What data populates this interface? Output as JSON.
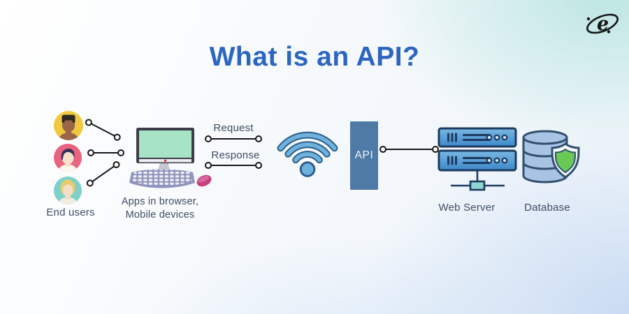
{
  "title": "What is an API?",
  "logo": {
    "letter": "e"
  },
  "labels": {
    "end_users": "End users",
    "apps_line1": "Apps in browser,",
    "apps_line2": "Mobile devices",
    "request": "Request",
    "response": "Response",
    "api": "API",
    "web_server": "Web Server",
    "database": "Database"
  },
  "icons": [
    "male-user-avatar-icon",
    "female-user-avatar-icon",
    "blonde-user-avatar-icon",
    "desktop-computer-icon",
    "mouse-icon",
    "wifi-icon",
    "web-server-icon",
    "database-icon",
    "shield-icon",
    "e-orbit-logo-icon"
  ],
  "colors": {
    "background_corner_cyan": "#cfeeea",
    "background_corner_blue": "#d6e4f7",
    "title_blue": "#2c66c0",
    "label_slate": "#3e4d63",
    "connector_black": "#161616",
    "api_box_blue": "#4e7aa5",
    "wifi_fill": "#6fb1dd",
    "wifi_outline": "#2b5c8a",
    "server_fill": "#4790cf",
    "server_outline": "#1d3a5f",
    "server_stand_teal": "#8ed6cf",
    "database_fill": "#a8c3e4",
    "database_outline": "#31506e",
    "shield_green": "#68c957",
    "avatar_yellow": "#f0c93f",
    "avatar_pink": "#e8647f",
    "avatar_teal": "#7ed0c8",
    "monitor_screen_mint": "#a7e3c5",
    "monitor_frame": "#3d3d4b",
    "keyboard_purple": "#9094be",
    "mouse_magenta": "#c6407e"
  }
}
